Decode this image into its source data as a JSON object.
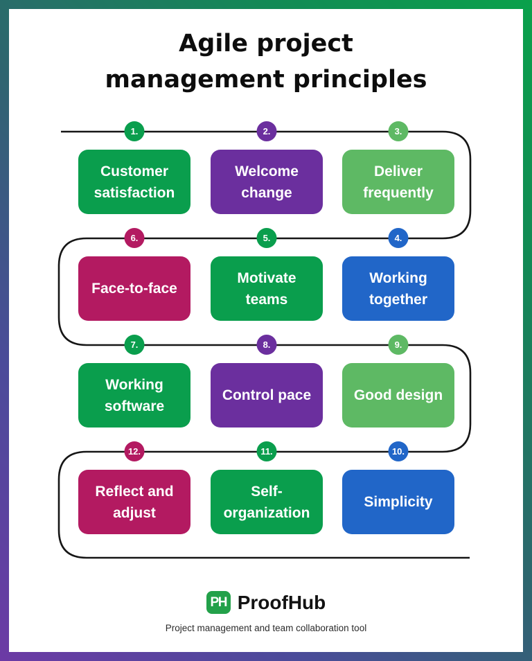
{
  "title": {
    "line1": "Agile project",
    "line2": "management principles"
  },
  "palette": {
    "green": "#0a9e4d",
    "purple": "#6b2f9e",
    "light_green": "#5eb964",
    "crimson": "#b31a61",
    "blue": "#2166c8",
    "connector_line": "#161616",
    "frame_gradient_start": "#6c3aa5",
    "frame_gradient_mid": "#2e656f",
    "frame_gradient_end": "#0aa14b",
    "logo_green": "#23a14a"
  },
  "rows": [
    {
      "items": [
        {
          "number": "1.",
          "label": "Customer\nsatisfaction",
          "color": "#0a9e4d"
        },
        {
          "number": "2.",
          "label": "Welcome\nchange",
          "color": "#6b2f9e"
        },
        {
          "number": "3.",
          "label": "Deliver\nfrequently",
          "color": "#5eb964"
        }
      ]
    },
    {
      "items": [
        {
          "number": "6.",
          "label": "Face-to-face",
          "color": "#b31a61"
        },
        {
          "number": "5.",
          "label": "Motivate\nteams",
          "color": "#0a9e4d"
        },
        {
          "number": "4.",
          "label": "Working\ntogether",
          "color": "#2166c8"
        }
      ]
    },
    {
      "items": [
        {
          "number": "7.",
          "label": "Working\nsoftware",
          "color": "#0a9e4d"
        },
        {
          "number": "8.",
          "label": "Control pace",
          "color": "#6b2f9e"
        },
        {
          "number": "9.",
          "label": "Good design",
          "color": "#5eb964"
        }
      ]
    },
    {
      "items": [
        {
          "number": "12.",
          "label": "Reflect and\nadjust",
          "color": "#b31a61"
        },
        {
          "number": "11.",
          "label": "Self-\norganization",
          "color": "#0a9e4d"
        },
        {
          "number": "10.",
          "label": "Simplicity",
          "color": "#2166c8"
        }
      ]
    }
  ],
  "footer": {
    "logo_monogram": "PH",
    "brand": "ProofHub",
    "tagline": "Project management and team collaboration tool"
  }
}
